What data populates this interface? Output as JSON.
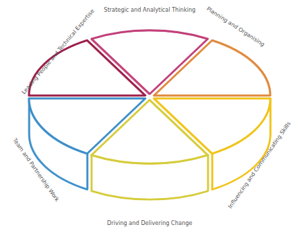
{
  "diagram": {
    "labels": [
      "Strategic and Analytical Thinking",
      "Planning and Organising",
      "Influencing and Communicating Skills",
      "Driving and Delivering Change",
      "Team and Partnership Work",
      "Leading People and Technical Expertise"
    ]
  }
}
